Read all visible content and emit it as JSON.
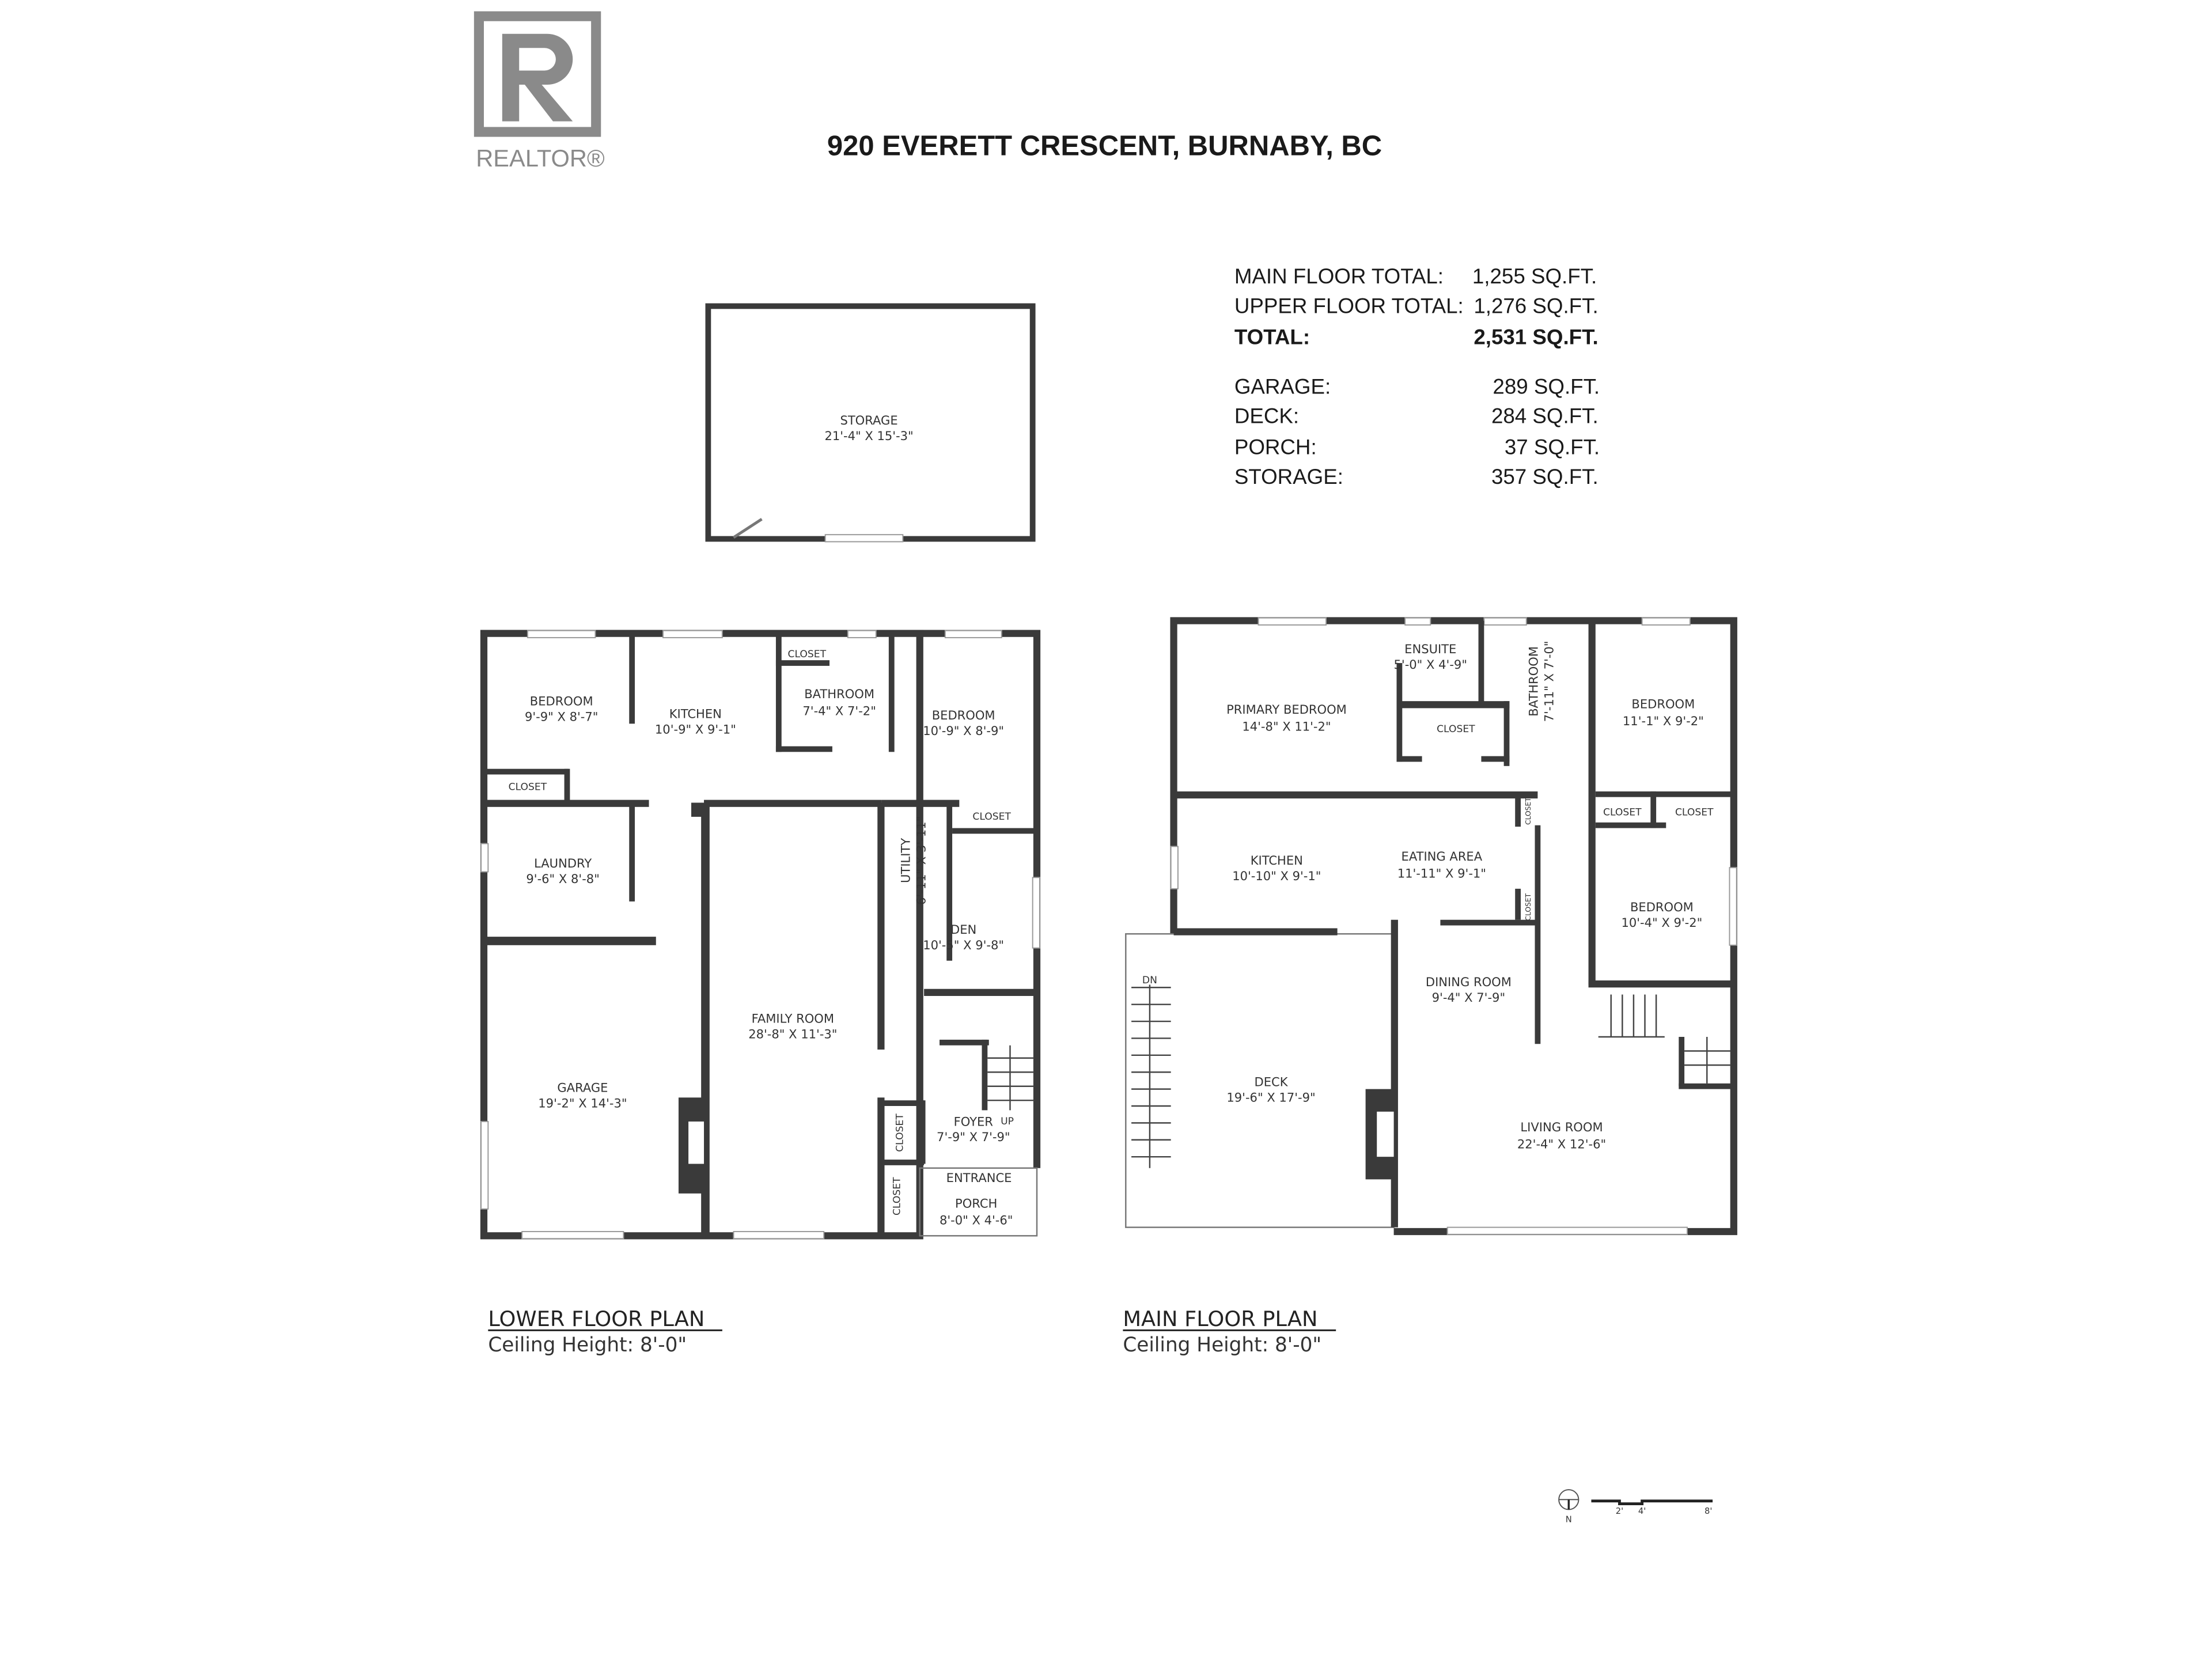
{
  "header": {
    "logo_text": "REALTOR®",
    "title": "920 EVERETT CRESCENT, BURNABY, BC"
  },
  "summary": [
    {
      "label": "MAIN FLOOR TOTAL:",
      "value": "1,255 SQ.FT."
    },
    {
      "label": "UPPER FLOOR TOTAL:",
      "value": "1,276 SQ.FT."
    },
    {
      "label": "TOTAL:",
      "value": "2,531 SQ.FT."
    },
    {
      "label": "GARAGE:",
      "value": "289 SQ.FT."
    },
    {
      "label": "DECK:",
      "value": "284 SQ.FT."
    },
    {
      "label": "PORCH:",
      "value": "37 SQ.FT."
    },
    {
      "label": "STORAGE:",
      "value": "357 SQ.FT."
    }
  ],
  "storage": {
    "name": "STORAGE",
    "dims": "21'-4\" X 15'-3\""
  },
  "lower": {
    "title": "LOWER FLOOR PLAN",
    "ceiling": "Ceiling Height: 8'-0\"",
    "rooms": [
      {
        "name": "BEDROOM",
        "dims": "9'-9\" X 8'-7\""
      },
      {
        "name": "CLOSET"
      },
      {
        "name": "KITCHEN",
        "dims": "10'-9\" X 9'-1\""
      },
      {
        "name": "CLOSET"
      },
      {
        "name": "BATHROOM",
        "dims": "7'-4\" X 7'-2\""
      },
      {
        "name": "BEDROOM",
        "dims": "10'-9\" X 8'-9\""
      },
      {
        "name": "CLOSET"
      },
      {
        "name": "LAUNDRY",
        "dims": "9'-6\" X 8'-8\""
      },
      {
        "name": "UTILITY",
        "dims": "6'-11\" X 3'-11\""
      },
      {
        "name": "DEN",
        "dims": "10'-5\" X 9'-8\""
      },
      {
        "name": "FAMILY ROOM",
        "dims": "28'-8\" X 11'-3\""
      },
      {
        "name": "GARAGE",
        "dims": "19'-2\" X 14'-3\""
      },
      {
        "name": "FOYER",
        "dims": "7'-9\" X 7'-9\""
      },
      {
        "name": "CLOSET"
      },
      {
        "name": "CLOSET"
      },
      {
        "name": "ENTRANCE"
      },
      {
        "name": "PORCH",
        "dims": "8'-0\" X 4'-6\""
      }
    ],
    "stair_label": "UP"
  },
  "main": {
    "title": "MAIN FLOOR PLAN",
    "ceiling": "Ceiling Height: 8'-0\"",
    "rooms": [
      {
        "name": "PRIMARY BEDROOM",
        "dims": "14'-8\" X 11'-2\""
      },
      {
        "name": "ENSUITE",
        "dims": "5'-0\" X 4'-9\""
      },
      {
        "name": "CLOSET"
      },
      {
        "name": "BATHROOM",
        "dims": "7'-11\" X 7'-0\""
      },
      {
        "name": "BEDROOM",
        "dims": "11'-1\" X 9'-2\""
      },
      {
        "name": "CLOSET"
      },
      {
        "name": "CLOSET"
      },
      {
        "name": "CLOSET"
      },
      {
        "name": "CLOSET"
      },
      {
        "name": "KITCHEN",
        "dims": "10'-10\" X 9'-1\""
      },
      {
        "name": "EATING AREA",
        "dims": "11'-11\" X 9'-1\""
      },
      {
        "name": "BEDROOM",
        "dims": "10'-4\" X 9'-2\""
      },
      {
        "name": "DINING ROOM",
        "dims": "9'-4\" X 7'-9\""
      },
      {
        "name": "DECK",
        "dims": "19'-6\" X 17'-9\""
      },
      {
        "name": "LIVING ROOM",
        "dims": "22'-4\" X 12'-6\""
      }
    ],
    "stair_label": "DN"
  },
  "scale_bar": {
    "north": "N",
    "ticks": [
      "2'",
      "4'",
      "8'"
    ]
  }
}
